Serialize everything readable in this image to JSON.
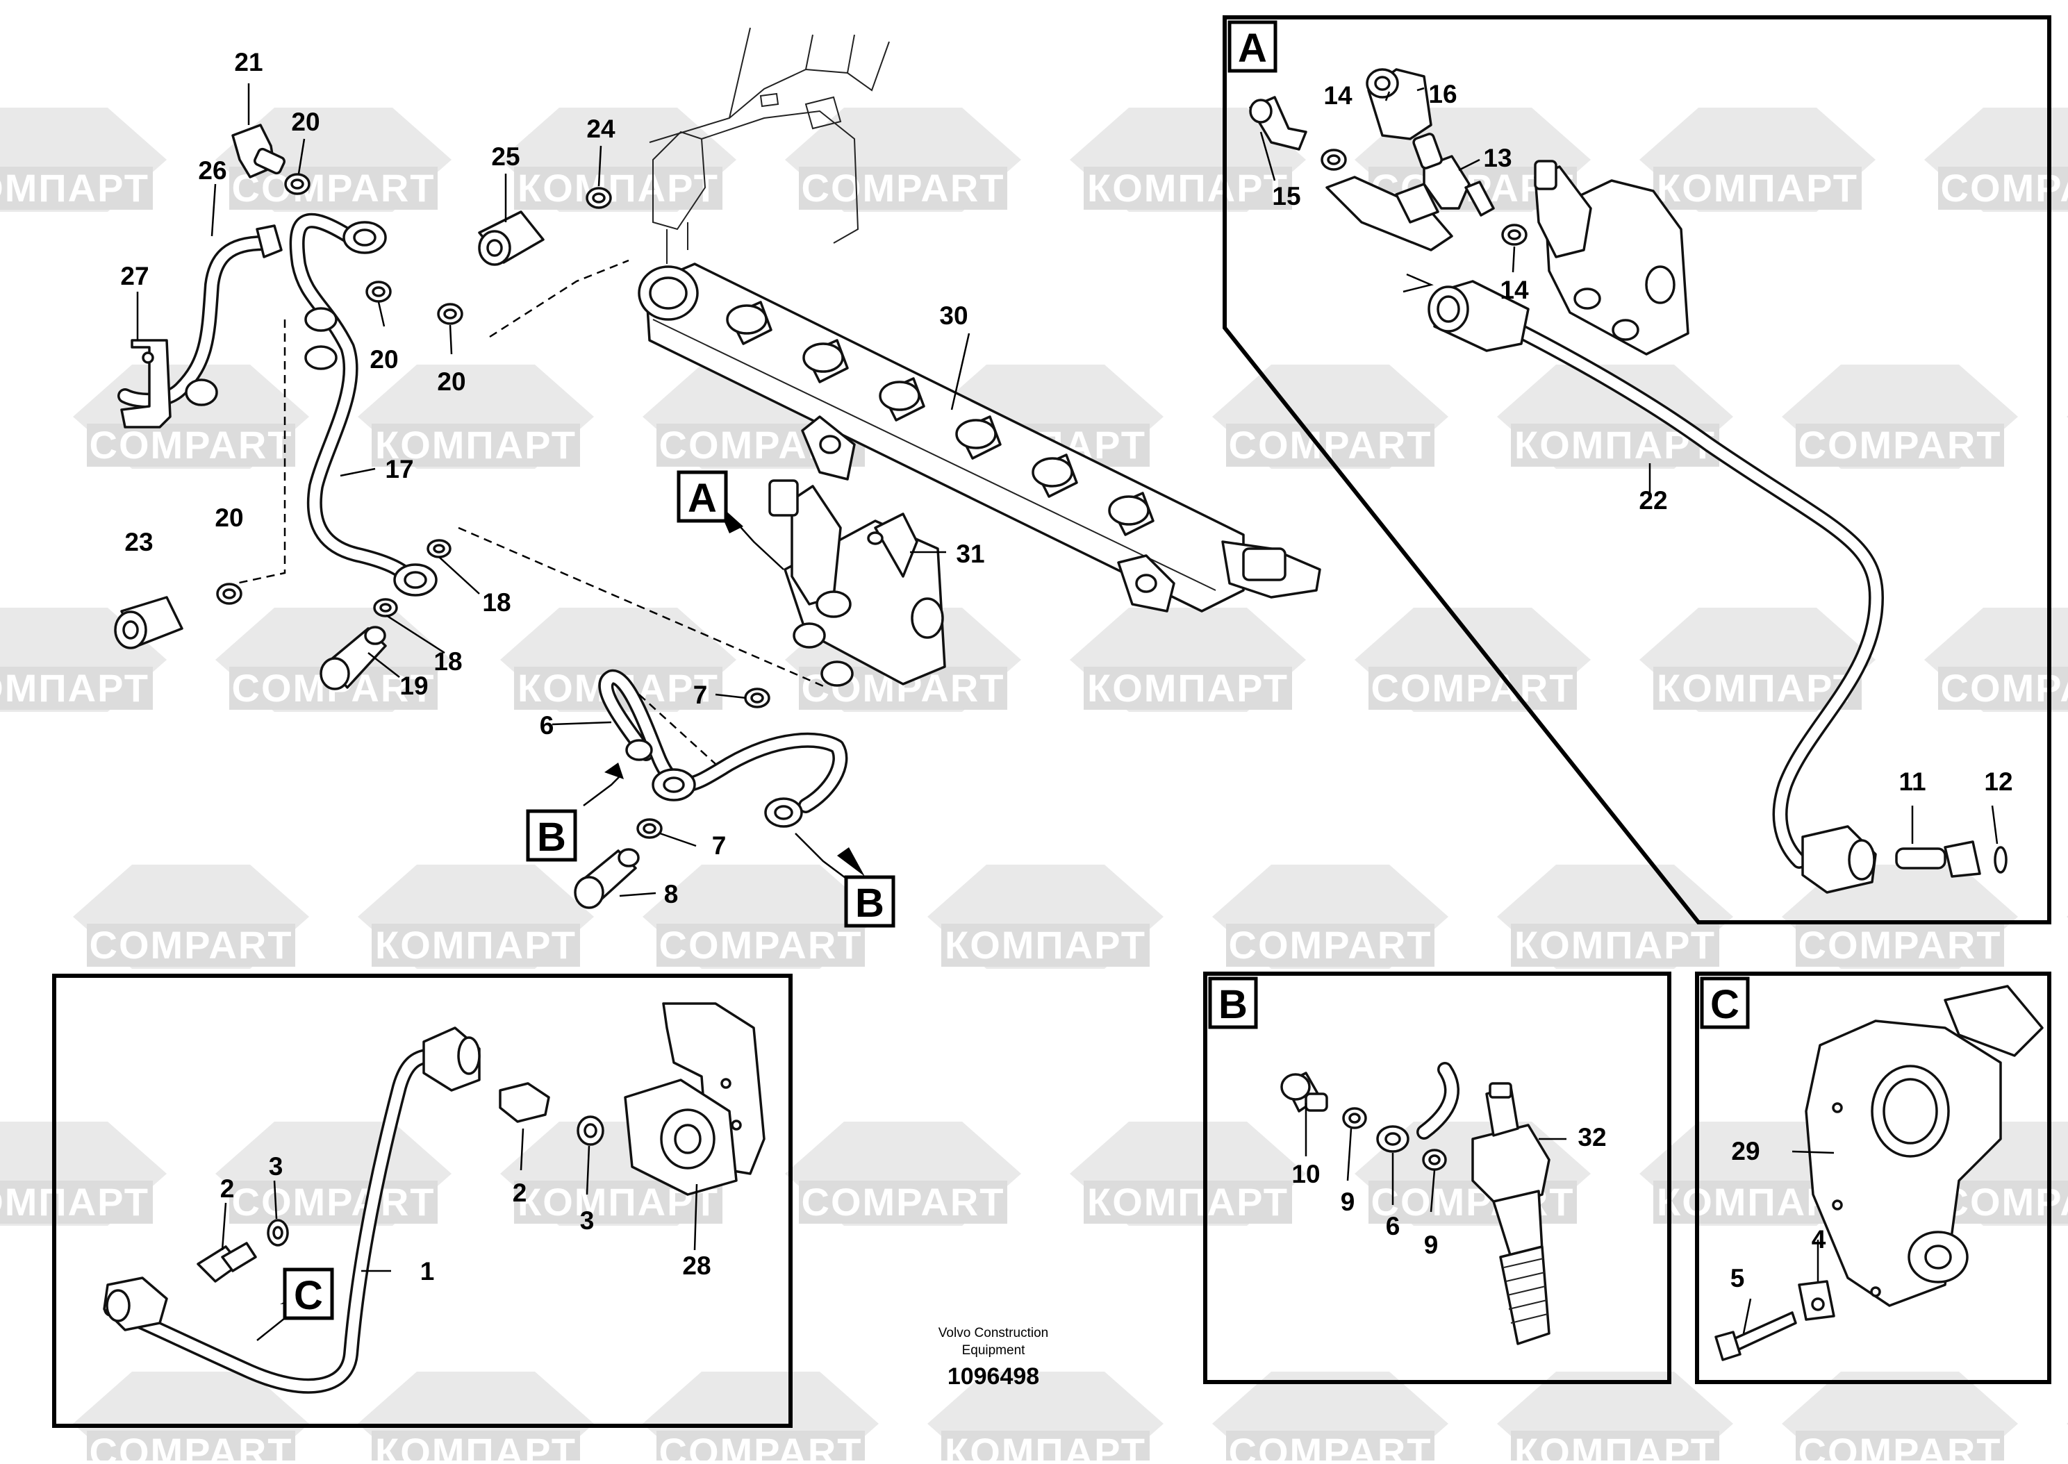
{
  "watermarks": {
    "text_latin": "COMPART",
    "text_cyrillic": "КОМПАРТ"
  },
  "detail_tags": [
    "A",
    "B",
    "C"
  ],
  "callouts": {
    "c1": "1",
    "c2": "2",
    "c2b": "2",
    "c3": "3",
    "c3b": "3",
    "c4": "4",
    "c5": "5",
    "c6": "6",
    "c6b": "6",
    "c7": "7",
    "c7b": "7",
    "c8": "8",
    "c9": "9",
    "c9b": "9",
    "c10": "10",
    "c11": "11",
    "c12": "12",
    "c13": "13",
    "c14": "14",
    "c14b": "14",
    "c15": "15",
    "c16": "16",
    "c17": "17",
    "c18": "18",
    "c18b": "18",
    "c19": "19",
    "c20": "20",
    "c20b": "20",
    "c20c": "20",
    "c20d": "20",
    "c21": "21",
    "c22": "22",
    "c23": "23",
    "c24": "24",
    "c25": "25",
    "c26": "26",
    "c27": "27",
    "c28": "28",
    "c29": "29",
    "c30": "30",
    "c31": "31",
    "c32": "32"
  },
  "footer": {
    "line1": "Volvo Construction",
    "line2": "Equipment",
    "drawing_number": "1096498"
  }
}
